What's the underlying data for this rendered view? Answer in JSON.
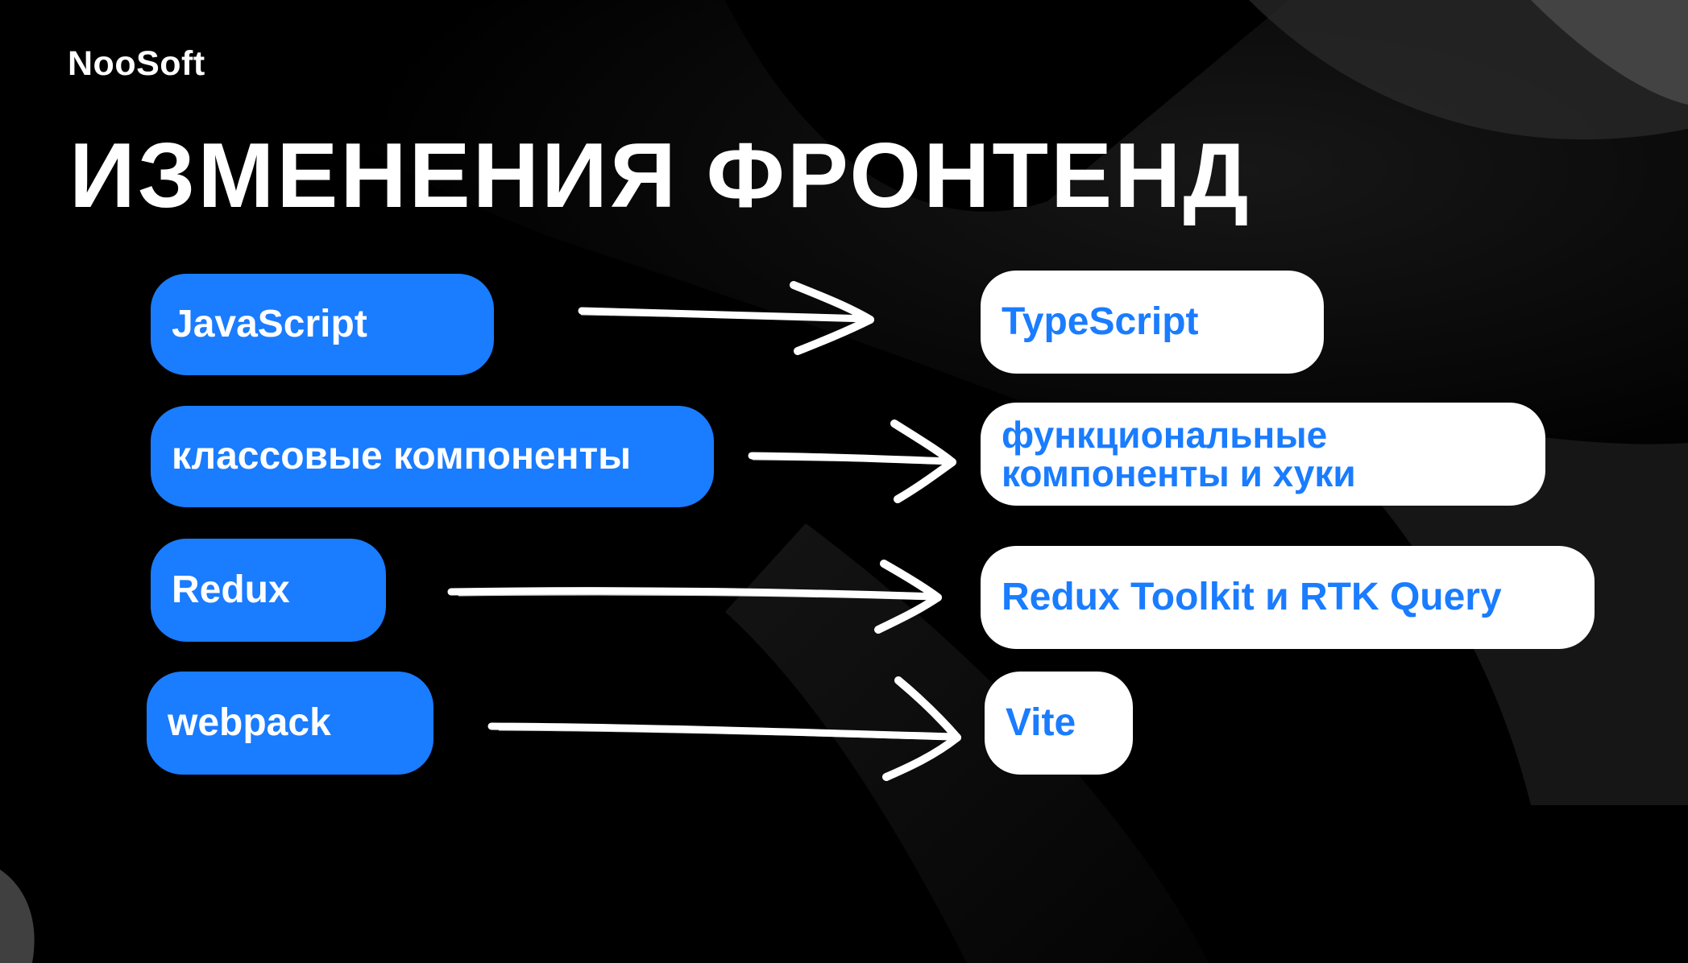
{
  "logo": "NooSoft",
  "title": "ИЗМЕНЕНИЯ ФРОНТЕНД",
  "colors": {
    "background": "#000000",
    "accent": "#1a7cff",
    "white": "#ffffff"
  },
  "changes": [
    {
      "from": "JavaScript",
      "to": "TypeScript"
    },
    {
      "from": "классовые компоненты",
      "to_line1": "функциональные",
      "to_line2": "компоненты и хуки"
    },
    {
      "from": "Redux",
      "to": "Redux Toolkit и RTK Query"
    },
    {
      "from": "webpack",
      "to": "Vite"
    }
  ],
  "icons": {
    "arrow": "hand-drawn-arrow-icon"
  }
}
